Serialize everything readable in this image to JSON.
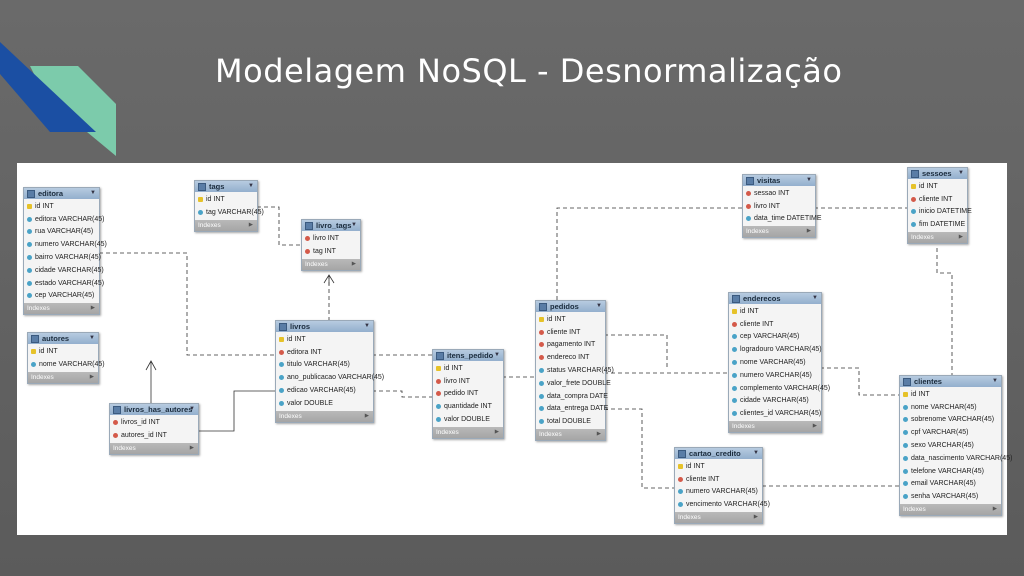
{
  "slide": {
    "title": "Modelagem NoSQL - Desnormalização"
  },
  "colors": {
    "background": "#626262",
    "accent_blue": "#1b4fa3",
    "accent_green": "#7ccbab",
    "table_header": "#9db7d2"
  },
  "tables": {
    "editora": {
      "name": "editora",
      "footer": "Indexes",
      "fields": [
        {
          "icon": "key",
          "text": "id INT"
        },
        {
          "icon": "col",
          "text": "editora VARCHAR(45)"
        },
        {
          "icon": "col",
          "text": "rua VARCHAR(45)"
        },
        {
          "icon": "col",
          "text": "numero VARCHAR(45)"
        },
        {
          "icon": "col",
          "text": "bairro VARCHAR(45)"
        },
        {
          "icon": "col",
          "text": "cidade VARCHAR(45)"
        },
        {
          "icon": "col",
          "text": "estado VARCHAR(45)"
        },
        {
          "icon": "col",
          "text": "cep VARCHAR(45)"
        }
      ]
    },
    "autores": {
      "name": "autores",
      "footer": "Indexes",
      "fields": [
        {
          "icon": "key",
          "text": "id INT"
        },
        {
          "icon": "col",
          "text": "nome VARCHAR(45)"
        }
      ]
    },
    "tags": {
      "name": "tags",
      "footer": "Indexes",
      "fields": [
        {
          "icon": "key",
          "text": "id INT"
        },
        {
          "icon": "col",
          "text": "tag VARCHAR(45)"
        }
      ]
    },
    "livro_tags": {
      "name": "livro_tags",
      "footer": "Indexes",
      "fields": [
        {
          "icon": "fk",
          "text": "livro INT"
        },
        {
          "icon": "fk",
          "text": "tag INT"
        }
      ]
    },
    "livros": {
      "name": "livros",
      "footer": "Indexes",
      "fields": [
        {
          "icon": "key",
          "text": "id INT"
        },
        {
          "icon": "fk",
          "text": "editora INT"
        },
        {
          "icon": "col",
          "text": "titulo VARCHAR(45)"
        },
        {
          "icon": "col",
          "text": "ano_publicacao VARCHAR(45)"
        },
        {
          "icon": "col",
          "text": "edicao VARCHAR(45)"
        },
        {
          "icon": "col",
          "text": "valor DOUBLE"
        }
      ]
    },
    "livros_has_autores": {
      "name": "livros_has_autores",
      "footer": "Indexes",
      "fields": [
        {
          "icon": "fk",
          "text": "livros_id INT"
        },
        {
          "icon": "fk",
          "text": "autores_id INT"
        }
      ]
    },
    "itens_pedido": {
      "name": "itens_pedido",
      "footer": "Indexes",
      "fields": [
        {
          "icon": "key",
          "text": "id INT"
        },
        {
          "icon": "fk",
          "text": "livro INT"
        },
        {
          "icon": "fk",
          "text": "pedido INT"
        },
        {
          "icon": "col",
          "text": "quantidade INT"
        },
        {
          "icon": "col",
          "text": "valor DOUBLE"
        }
      ]
    },
    "pedidos": {
      "name": "pedidos",
      "footer": "Indexes",
      "fields": [
        {
          "icon": "key",
          "text": "id INT"
        },
        {
          "icon": "fk",
          "text": "cliente INT"
        },
        {
          "icon": "fk",
          "text": "pagamento INT"
        },
        {
          "icon": "fk",
          "text": "endereco INT"
        },
        {
          "icon": "col",
          "text": "status VARCHAR(45)"
        },
        {
          "icon": "col",
          "text": "valor_frete DOUBLE"
        },
        {
          "icon": "col",
          "text": "data_compra DATE"
        },
        {
          "icon": "col",
          "text": "data_entrega DATE"
        },
        {
          "icon": "col",
          "text": "total DOUBLE"
        }
      ]
    },
    "visitas": {
      "name": "visitas",
      "footer": "Indexes",
      "fields": [
        {
          "icon": "fk",
          "text": "sessao INT"
        },
        {
          "icon": "fk",
          "text": "livro INT"
        },
        {
          "icon": "col",
          "text": "data_time DATETIME"
        }
      ]
    },
    "sessoes": {
      "name": "sessoes",
      "footer": "Indexes",
      "fields": [
        {
          "icon": "key",
          "text": "id INT"
        },
        {
          "icon": "fk",
          "text": "cliente INT"
        },
        {
          "icon": "col",
          "text": "inicio DATETIME"
        },
        {
          "icon": "col",
          "text": "fim DATETIME"
        }
      ]
    },
    "enderecos": {
      "name": "enderecos",
      "footer": "Indexes",
      "fields": [
        {
          "icon": "key",
          "text": "id INT"
        },
        {
          "icon": "fk",
          "text": "cliente INT"
        },
        {
          "icon": "col",
          "text": "cep VARCHAR(45)"
        },
        {
          "icon": "col",
          "text": "logradouro VARCHAR(45)"
        },
        {
          "icon": "col",
          "text": "nome VARCHAR(45)"
        },
        {
          "icon": "col",
          "text": "numero VARCHAR(45)"
        },
        {
          "icon": "col",
          "text": "complemento VARCHAR(45)"
        },
        {
          "icon": "col",
          "text": "cidade VARCHAR(45)"
        },
        {
          "icon": "col",
          "text": "clientes_id VARCHAR(45)"
        }
      ]
    },
    "clientes": {
      "name": "clientes",
      "footer": "Indexes",
      "fields": [
        {
          "icon": "key",
          "text": "id INT"
        },
        {
          "icon": "col",
          "text": "nome VARCHAR(45)"
        },
        {
          "icon": "col",
          "text": "sobrenome VARCHAR(45)"
        },
        {
          "icon": "col",
          "text": "cpf VARCHAR(45)"
        },
        {
          "icon": "col",
          "text": "sexo VARCHAR(45)"
        },
        {
          "icon": "col",
          "text": "data_nascimento VARCHAR(45)"
        },
        {
          "icon": "col",
          "text": "telefone VARCHAR(45)"
        },
        {
          "icon": "col",
          "text": "email VARCHAR(45)"
        },
        {
          "icon": "col",
          "text": "senha VARCHAR(45)"
        }
      ]
    },
    "cartao_credito": {
      "name": "cartao_credito",
      "footer": "Indexes",
      "fields": [
        {
          "icon": "key",
          "text": "id INT"
        },
        {
          "icon": "fk",
          "text": "cliente INT"
        },
        {
          "icon": "col",
          "text": "numero VARCHAR(45)"
        },
        {
          "icon": "col",
          "text": "vencimento VARCHAR(45)"
        }
      ]
    }
  }
}
